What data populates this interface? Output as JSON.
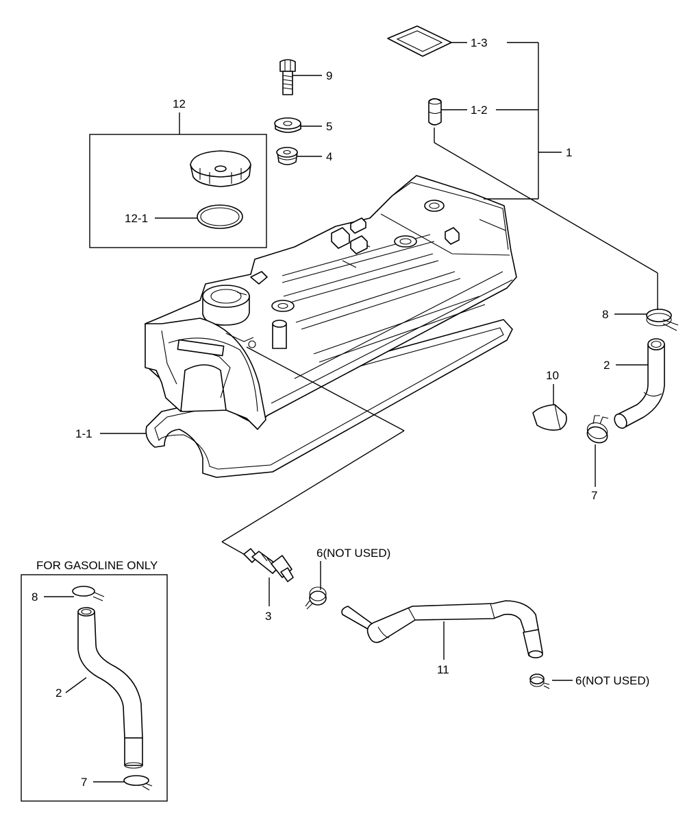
{
  "callouts": {
    "c1_3": "1-3",
    "c1_2": "1-2",
    "c1": "1",
    "c9": "9",
    "c5": "5",
    "c4": "4",
    "c12": "12",
    "c12_1": "12-1",
    "c8_main": "8",
    "c2_main": "2",
    "c10": "10",
    "c7_main": "7",
    "c1_1": "1-1",
    "c6_a": "6(NOT USED)",
    "c3": "3",
    "c11": "11",
    "c6_b": "6(NOT USED)",
    "c8_inset": "8",
    "c2_inset": "2",
    "c7_inset": "7"
  },
  "inset": {
    "title": "FOR GASOLINE ONLY"
  }
}
